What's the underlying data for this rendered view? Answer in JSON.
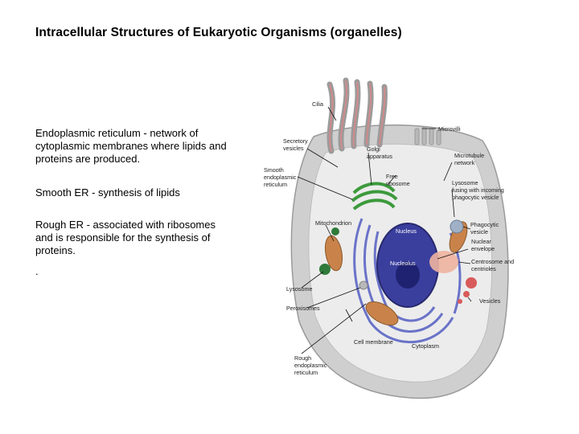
{
  "slide": {
    "title": "Intracellular Structures of Eukaryotic Organisms (organelles)",
    "paragraphs": [
      "Endoplasmic reticulum - network of cytoplasmic membranes where lipids and proteins are produced.",
      "Smooth ER - synthesis of lipids",
      "Rough ER - associated with ribosomes and is responsible for the synthesis of proteins.",
      "."
    ]
  },
  "diagram": {
    "labels": {
      "cilia": "Cilia",
      "microvilli": "Microvilli",
      "secretory_vesicles_1": "Secretory",
      "secretory_vesicles_2": "vesicles",
      "golgi_1": "Golgi",
      "golgi_2": "apparatus",
      "microtubule_1": "Microtubule",
      "microtubule_2": "network",
      "smooth_er_1": "Smooth",
      "smooth_er_2": "endoplasmic",
      "smooth_er_3": "reticulum",
      "free_ribosome_1": "Free",
      "free_ribosome_2": "ribosome",
      "lysosome_fusing_1": "Lysosome",
      "lysosome_fusing_2": "fusing with incoming",
      "lysosome_fusing_3": "phagocytic vesicle",
      "mitochondrion": "Mitochondrion",
      "nucleus": "Nucleus",
      "nucleolus": "Nucleolus",
      "phagocytic_1": "Phagocytic",
      "phagocytic_2": "vesicle",
      "nuclear_env_1": "Nuclear",
      "nuclear_env_2": "envelope",
      "centrosome_1": "Centrosome and",
      "centrosome_2": "centrioles",
      "lysosome": "Lysosome",
      "peroxisomes": "Peroxisomes",
      "vesicles": "Vesicles",
      "cell_membrane": "Cell membrane",
      "cytoplasm": "Cytoplasm",
      "rough_er_1": "Rough",
      "rough_er_2": "endoplasmic",
      "rough_er_3": "reticulum"
    },
    "colors": {
      "cell_outer": "#cfcfcf",
      "cytoplasm": "#ececec",
      "nucleus": "#3a3f9e",
      "nucleolus": "#1e2270",
      "rough_er": "#6a73c8",
      "golgi": "#3c9a3c",
      "mitochondria": "#c9834a",
      "lysosome": "#2f7a3a",
      "vesicle": "#d95a5a",
      "centrosome": "#f0b4a0"
    }
  }
}
